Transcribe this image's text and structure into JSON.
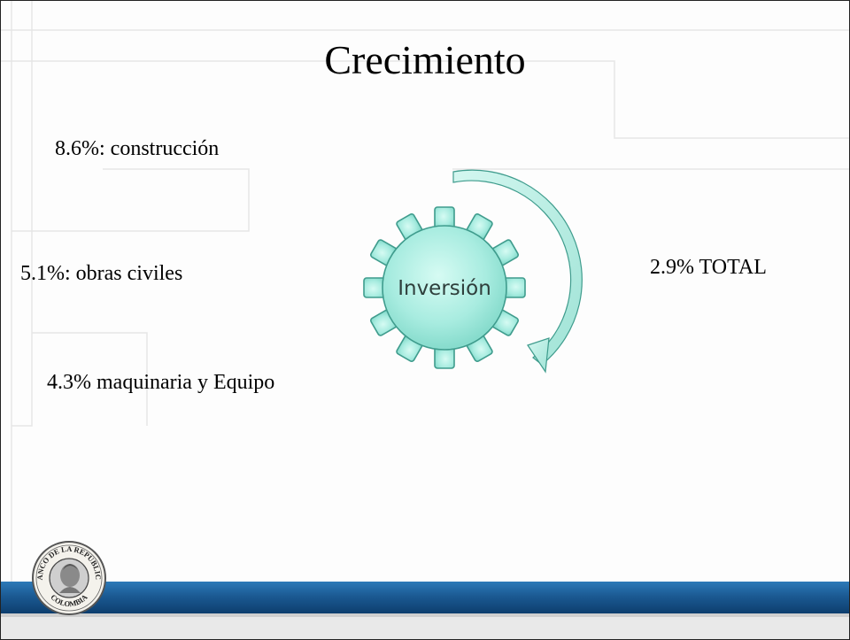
{
  "slide": {
    "title": "Crecimiento",
    "bullets": [
      {
        "text": "8.6%: construcción"
      },
      {
        "text": "5.1%: obras civiles"
      },
      {
        "text": "4.3% maquinaria y Equipo"
      }
    ],
    "total": "2.9% TOTAL"
  },
  "diagram": {
    "center_label": "Inversión"
  },
  "logo": {
    "seal_text_top": "BANCO DE LA REPUBLICA",
    "seal_text_bottom": "COLOMBIA"
  },
  "colors": {
    "gear_fill": "#a8ece0",
    "gear_stroke": "#3f9c8d",
    "band": "#1b5a93"
  }
}
